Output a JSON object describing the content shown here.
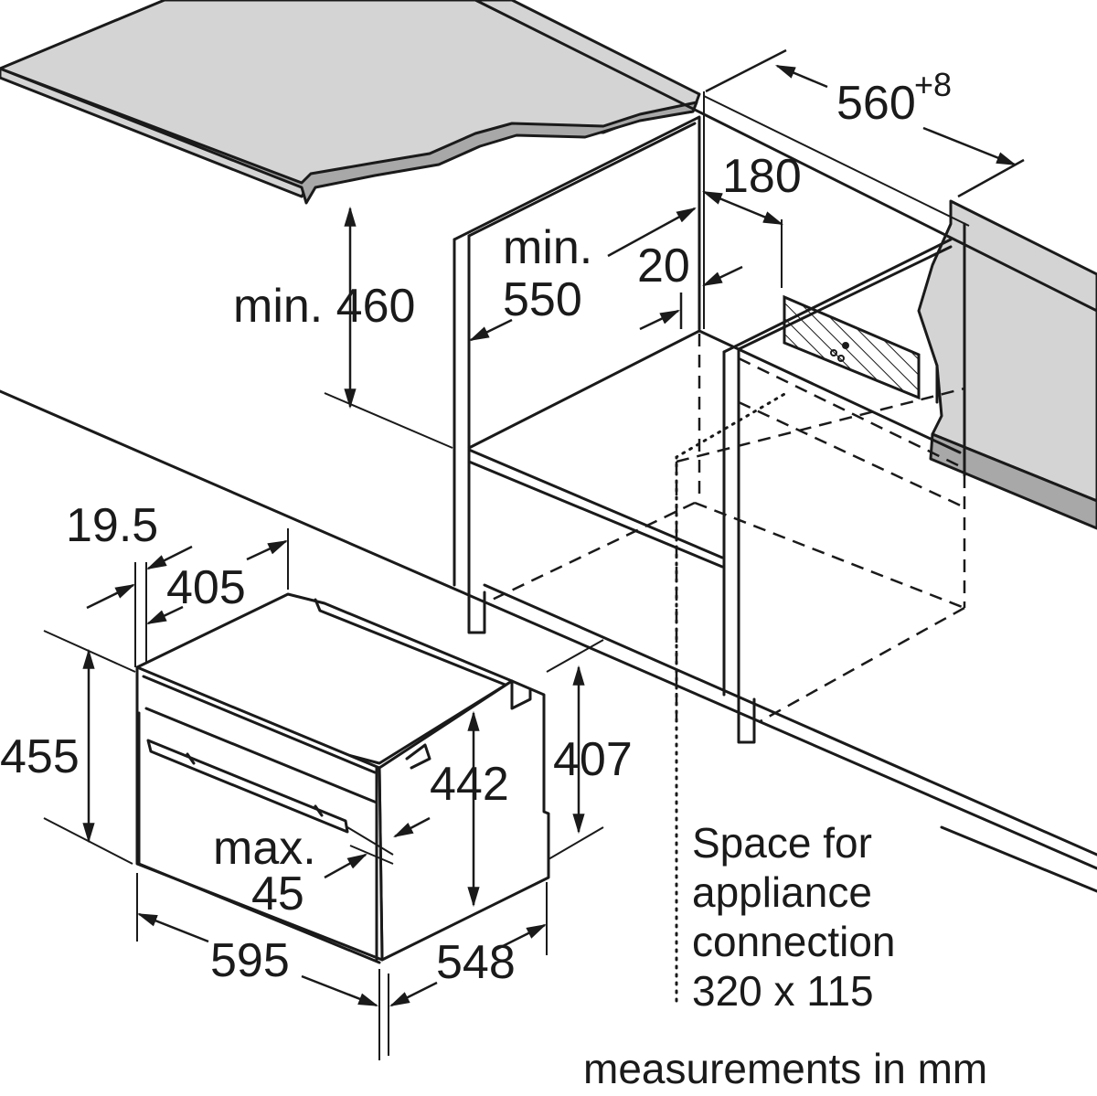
{
  "dimensions": {
    "niche_width": "560",
    "niche_width_tolerance": "+8",
    "connection_offset": "180",
    "niche_depth": "min.\n550",
    "niche_depth_line1": "min.",
    "niche_depth_line2": "550",
    "rear_gap": "20",
    "niche_height": "min. 460",
    "front_panel_thickness": "19.5",
    "housing_depth": "405",
    "appliance_height": "455",
    "housing_height_inner": "442",
    "housing_height": "407",
    "door_line1": "max.",
    "door_line2": "45",
    "appliance_width": "595",
    "appliance_depth": "548"
  },
  "connection_note": {
    "line1": "Space for",
    "line2": "appliance",
    "line3": "connection",
    "line4": "320 x 115"
  },
  "footer": {
    "units_note": "measurements in mm"
  },
  "colors": {
    "line": "#1a1a1a",
    "worktop_top": "#d4d4d4",
    "worktop_edge": "#a8a8a8",
    "background": "#ffffff"
  }
}
